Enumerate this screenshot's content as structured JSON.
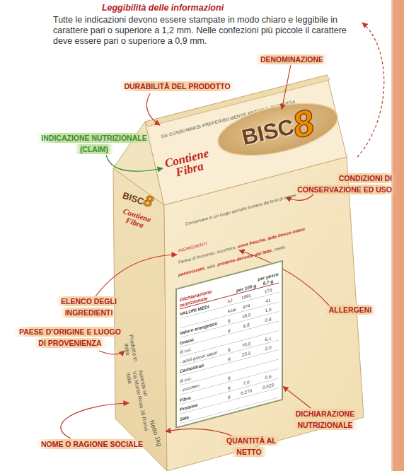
{
  "diagram": {
    "title": "Leggibilità delle informazioni",
    "nodes": [
      {
        "text": [
          "DENOMINAZIONE"
        ]
      },
      {
        "text": [
          "DURABILITÀ DEL PRODOTTO"
        ]
      },
      {
        "text": [
          "BISC",
          "8"
        ]
      },
      {
        "text": [
          "INDICAZIONE NUTRIZIONALE (CLAIM)"
        ]
      },
      {
        "text": [
          "CONDIZIONI DI CONSERVAZIONE ED USO"
        ]
      },
      {
        "text": [
          "Dichiarazione nutrizionale",
          "per 100 g",
          "per pezzo 8,7 g",
          "VALORI MEDI",
          "kJ",
          "1991",
          "173",
          "kcal",
          "474",
          "41",
          "Valore energetico",
          "g",
          "18,0",
          "1,6",
          "Grassi",
          "g",
          "8,8",
          "0,8",
          "di cui:",
          "- acidi grassi saturi",
          "g",
          "70,0",
          "6,1",
          "Carboidrati",
          "g",
          "23,5",
          "2,0",
          "di cui:",
          "- zuccheri",
          "g",
          "Fibra",
          "g",
          "7,0",
          "0,6",
          "Proteine",
          "g",
          "0,270",
          "0,023",
          "Sale"
        ]
      },
      {
        "text": [
          "ELENCO DEGLI INGREDIENTI"
        ]
      },
      {
        "text": [
          "ALLERGENI"
        ]
      },
      {
        "text": [
          "PAESE D’ORIGINE E LUOGO DI PROVENIENZA"
        ]
      },
      {
        "text": [
          "DICHIARAZIONE NUTRIZIONALE"
        ]
      },
      {
        "text": [
          "NOME O RAGIONE SOCIALE"
        ]
      },
      {
        "text": [
          "QUANTITÀ AL NETTO"
        ]
      }
    ],
    "edges": [
      {
        "from": 0,
        "to": 2,
        "arrow": "to"
      },
      {
        "from": 9,
        "to": 5,
        "arrow": "to"
      }
    ],
    "labels": [
      "Tutte le indicazioni devono essere stampate in modo chiaro e leggibile in carattere pari o superiore a 1,2 mm. Nelle confezioni più piccole il carattere deve essere pari o superiore a 0,9 mm.",
      "DA CONSUMARSI PREFERIBILMENTE ENTRO IL 31/12/2014",
      "Contiene Fibra",
      "Conservare in un luogo asciutto lontano da fonti di calore",
      "INGREDIENTI",
      "Farina di frumento, zucchero,",
      "uova fresche, latte fresco intero pastorizzato,",
      "sale,",
      "proteine derivate dal latte,",
      "miele.",
      "BISC",
      "8",
      "Contiene Fibra",
      "Prodotto in Italia",
      "Azienda srl",
      "Via Monte Rosa 16 Roma",
      "Italia",
      "Netto 1kg"
    ]
  }
}
